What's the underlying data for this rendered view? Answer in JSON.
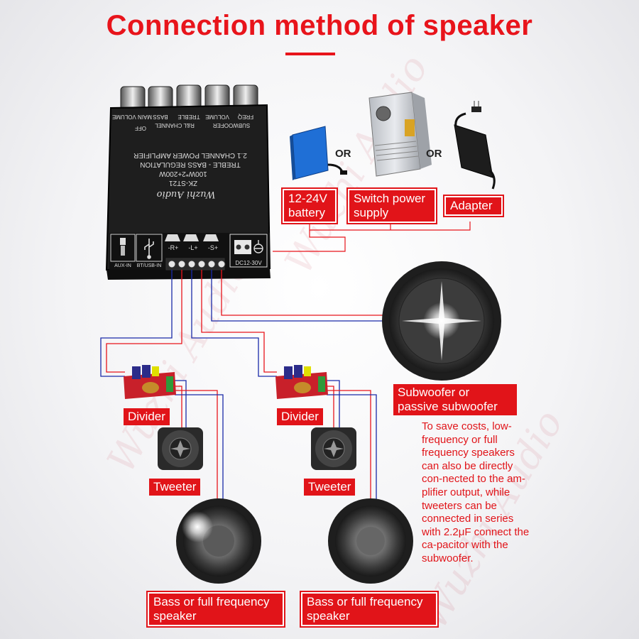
{
  "title": "Connection method of speaker",
  "amplifier": {
    "model": "ZK-ST21",
    "power": "100W*2+200W",
    "desc1": "2.1 CHANNEL POWER AMPLIFIER",
    "desc2": "TREBLE - BASS REGULATION",
    "brand": "Wuzhi Audio",
    "knob_labels": [
      "MAIN VOLUME",
      "BASS",
      "TREBLE",
      "VOLUME",
      "FREQ"
    ],
    "group_labels": [
      "R&L CHANNEL",
      "SUBWOOFER"
    ],
    "off_label": "OFF",
    "ports": [
      "AUX-IN",
      "BT/USB-IN"
    ],
    "terminals": [
      "-R+",
      "-L+",
      "-S+"
    ],
    "dc_label": "DC12-30V"
  },
  "power_sources": {
    "battery": "12-24V battery",
    "switch_supply": "Switch power supply",
    "adapter": "Adapter",
    "or": "OR"
  },
  "labels": {
    "divider_left": "Divider",
    "divider_right": "Divider",
    "tweeter_left": "Tweeter",
    "tweeter_right": "Tweeter",
    "bass_left": "Bass or full frequency speaker",
    "bass_right": "Bass or full frequency speaker",
    "subwoofer": "Subwoofer or passive subwoofer"
  },
  "note": "To save costs, low-frequency or full frequency speakers can also be directly con-nected to the am-plifier output, while tweeters can be connected in series with 2.2μF connect the ca-pacitor with the subwoofer.",
  "colors": {
    "accent": "#e11419",
    "wire_red": "#e8141b",
    "wire_blue": "#1a2aa8"
  }
}
